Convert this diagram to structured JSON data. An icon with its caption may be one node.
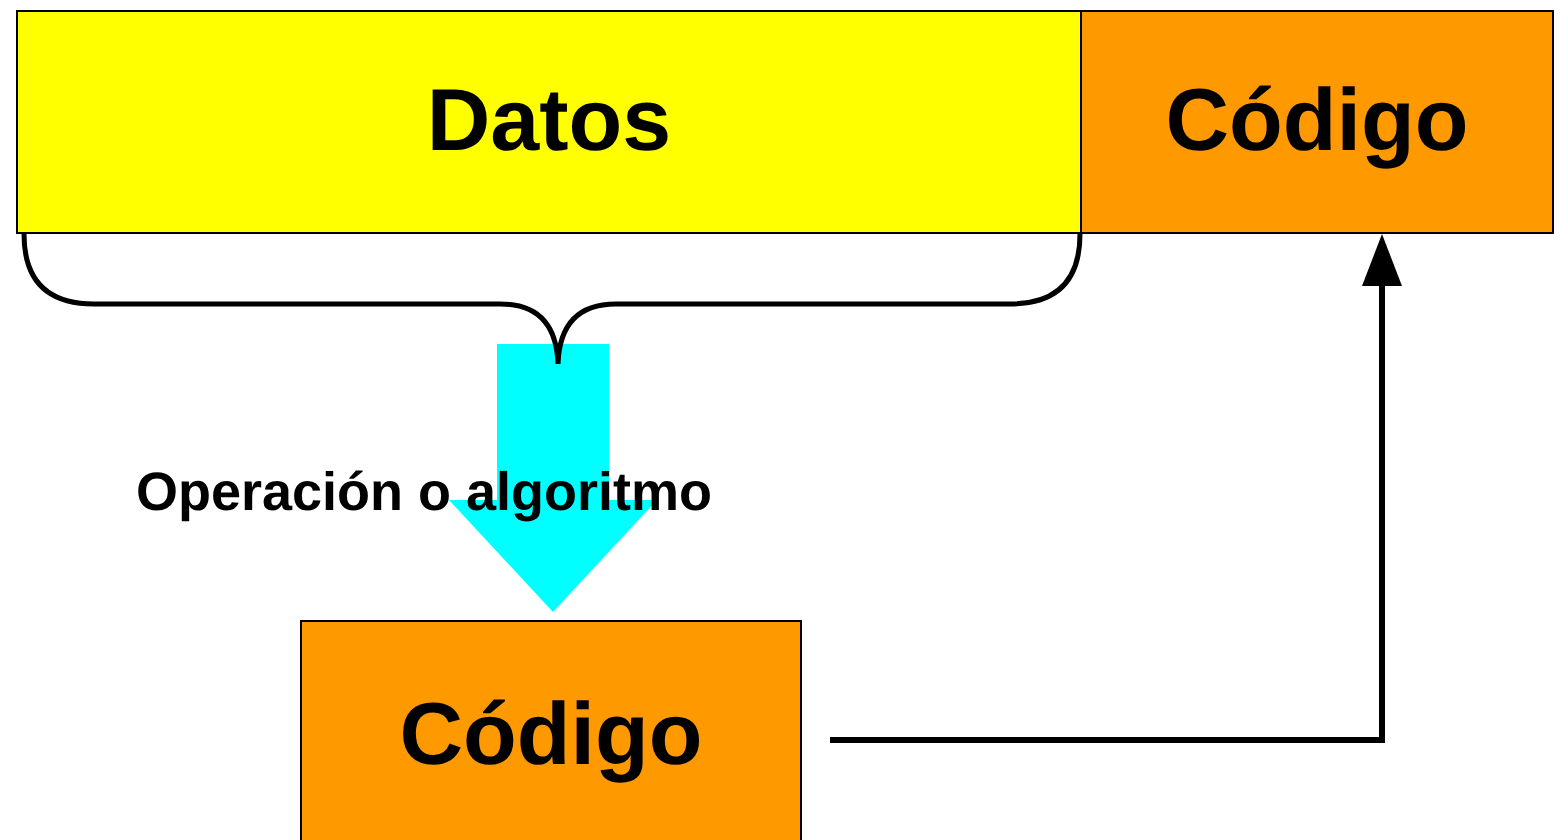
{
  "diagram": {
    "nodes": [
      {
        "text": [
          "Datos"
        ]
      },
      {
        "text": [
          "Código"
        ]
      },
      {
        "text": [
          "Código"
        ]
      }
    ],
    "edges": [
      {
        "from": 0,
        "to": 2,
        "arrow": "to",
        "label": "Operación o algoritmo",
        "style": "thick",
        "color": "#00ffff"
      },
      {
        "from": 2,
        "to": 1,
        "arrow": "to",
        "color": "#000000"
      }
    ]
  }
}
